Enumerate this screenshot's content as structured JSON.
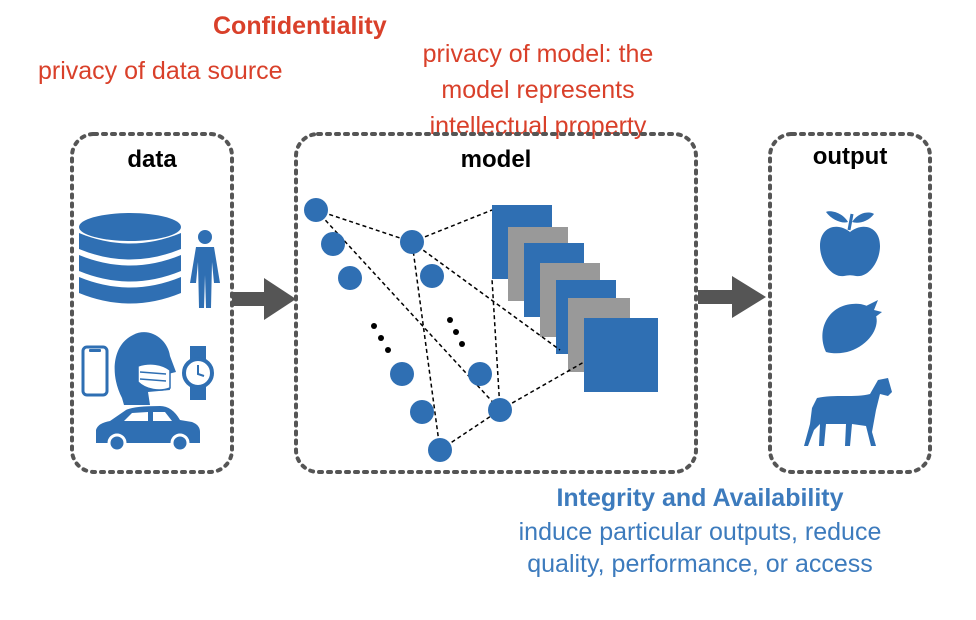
{
  "confidentiality": {
    "title": "Confidentiality",
    "data_note": "privacy of data source",
    "model_note": "privacy of model: the model represents intellectual property"
  },
  "integrity": {
    "title": "Integrity and Availability",
    "description": "induce particular outputs, reduce quality, performance, or access"
  },
  "boxes": {
    "data": "data",
    "model": "model",
    "output": "output"
  },
  "icons": [
    "database-icon",
    "person-icon",
    "phone-icon",
    "masked-face-icon",
    "watch-icon",
    "car-icon",
    "apple-icon",
    "strawberry-icon",
    "horse-icon"
  ],
  "colors": {
    "red": "#d9402a",
    "blue": "#3d7bbd",
    "icon_blue": "#2f6fb3",
    "gray": "#999999",
    "arrow": "#555555",
    "border": "#555555"
  }
}
